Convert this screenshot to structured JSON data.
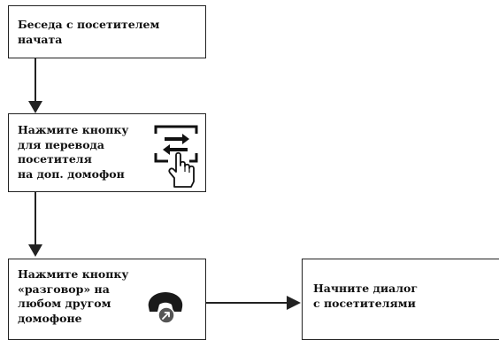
{
  "steps": [
    {
      "text": "Беседа с посетителем\nначата"
    },
    {
      "text": "Нажмите кнопку\nдля перевода\nпосетителя\nна доп. домофон",
      "icon": "transfer-button-icon"
    },
    {
      "text": "Нажмите кнопку\n«разговор» на\nлюбом другом\nдомофоне",
      "icon": "handset-talk-icon"
    },
    {
      "text": "Начните диалог\nс посетителями"
    }
  ],
  "connections": [
    {
      "from": 1,
      "to": 2,
      "direction": "down"
    },
    {
      "from": 2,
      "to": 3,
      "direction": "down"
    },
    {
      "from": 3,
      "to": 4,
      "direction": "right"
    }
  ],
  "colors": {
    "stroke": "#222222",
    "background": "#ffffff",
    "text": "#111111"
  }
}
